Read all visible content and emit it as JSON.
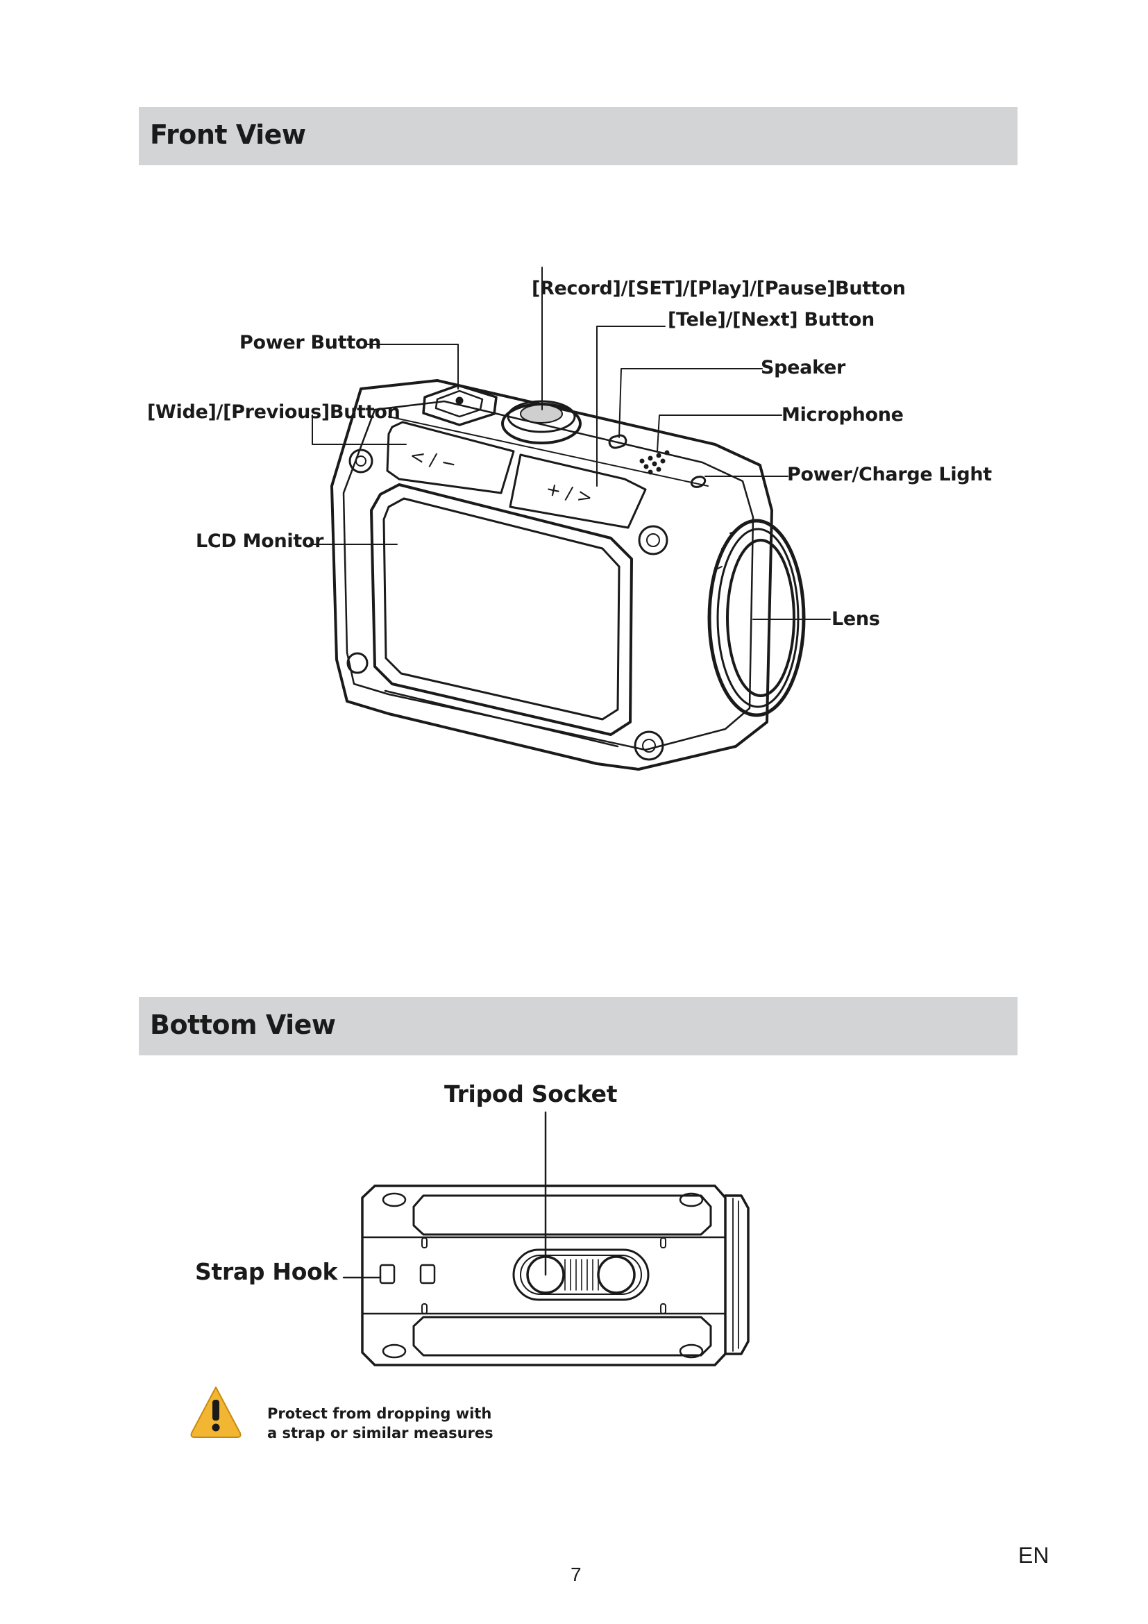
{
  "front_view": {
    "title": "Front View",
    "callouts": {
      "record": "[Record]/[SET]/[Play]/[Pause]Button",
      "tele": "[Tele]/[Next] Button",
      "power": "Power Button",
      "speaker": "Speaker",
      "wide": "[Wide]/[Previous]Button",
      "microphone": "Microphone",
      "charge_light": "Power/Charge Light",
      "lcd": "LCD Monitor",
      "lens": "Lens"
    },
    "button_glyphs": {
      "wide": "< / −",
      "tele": "+ / >"
    }
  },
  "bottom_view": {
    "title": "Bottom View",
    "callouts": {
      "tripod": "Tripod Socket",
      "strap": "Strap Hook"
    }
  },
  "warning": {
    "icon": "warning-triangle-icon",
    "color": "#f2b632",
    "line1": "Protect from dropping with",
    "line2": "a strap or similar measures"
  },
  "footer": {
    "page_number": "7",
    "language": "EN"
  }
}
